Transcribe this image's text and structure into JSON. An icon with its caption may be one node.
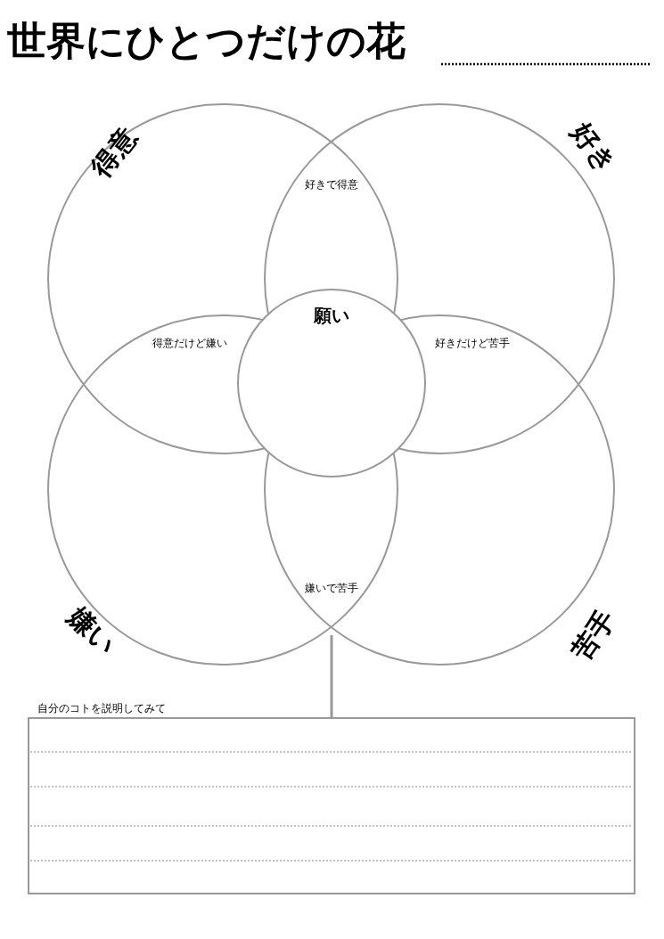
{
  "diagram": {
    "title": "世界にひとつだけの花",
    "nodes": [
      {
        "text": [
          "得意"
        ]
      },
      {
        "text": [
          "好き"
        ]
      },
      {
        "text": [
          "嫌い"
        ]
      },
      {
        "text": [
          "苦手"
        ]
      },
      {
        "text": [
          "願い"
        ]
      },
      {
        "text": [
          "自分のコトを説明してみて"
        ]
      }
    ],
    "labels": [
      "好きで得意",
      "得意だけど嫌い",
      "好きだけど苦手",
      "嫌いで苦手"
    ]
  }
}
